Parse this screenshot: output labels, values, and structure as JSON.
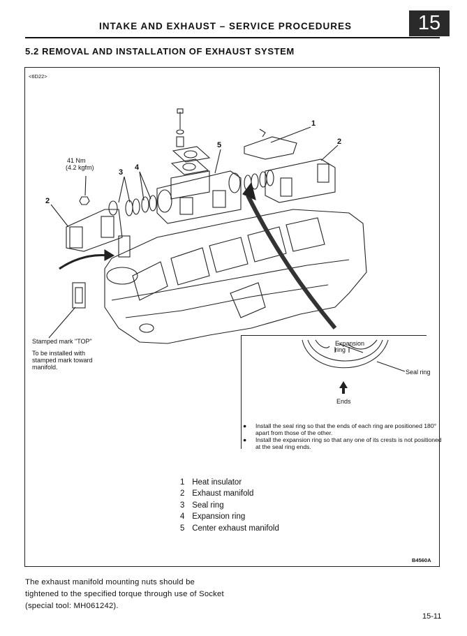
{
  "header": {
    "title": "INTAKE AND EXHAUST – SERVICE PROCEDURES",
    "chapter": "15"
  },
  "section_title": "5.2  REMOVAL AND INSTALLATION OF EXHAUST SYSTEM",
  "figure": {
    "engine_code": "<6D22>",
    "torque_line1": "41 Nm",
    "torque_line2": "(4.2 kgfm)",
    "callouts": [
      "1",
      "2",
      "2",
      "3",
      "4",
      "5"
    ],
    "stamp_label": "Stamped mark \"TOP\"",
    "install_note": [
      "To be installed with",
      "stamped mark toward",
      "manifold."
    ],
    "inset": {
      "expansion_label": [
        "Expansion",
        "ring"
      ],
      "seal_label": "Seal ring",
      "ends_label": "Ends",
      "notes": [
        "Install the seal ring so that the ends of each ring are positioned 180° apart from those of the other.",
        "Install the expansion ring so that any one of its crests is not positioned at the seal ring ends."
      ]
    },
    "legend": [
      {
        "num": "1",
        "text": "Heat insulator"
      },
      {
        "num": "2",
        "text": "Exhaust manifold"
      },
      {
        "num": "3",
        "text": "Seal ring"
      },
      {
        "num": "4",
        "text": "Expansion ring"
      },
      {
        "num": "5",
        "text": "Center exhaust manifold"
      }
    ],
    "figure_id": "B4560A"
  },
  "body_text": "The exhaust manifold mounting nuts should be tightened to the specified torque through use of Socket (special tool: MH061242).",
  "page_number": "15-11"
}
